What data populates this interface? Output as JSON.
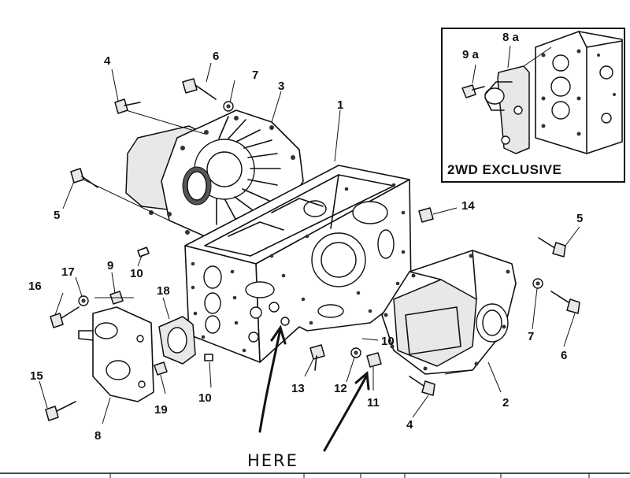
{
  "callouts": {
    "c4a": "4",
    "c6a": "6",
    "c7a": "7",
    "c3": "3",
    "c1": "1",
    "c5a": "5",
    "c10a": "10",
    "c14": "14",
    "c5b": "5",
    "c17": "17",
    "c9": "9",
    "c16": "16",
    "c18": "18",
    "c7b": "7",
    "c6b": "6",
    "c10b": "10",
    "c15": "15",
    "c19": "19",
    "c10c": "10",
    "c13": "13",
    "c12": "12",
    "c11": "11",
    "c2": "2",
    "c4b": "4",
    "c8": "8",
    "c9a": "9 a",
    "c8a": "8 a"
  },
  "inset": {
    "title": "2WD EXCLUSIVE"
  },
  "annotation": {
    "here": "HERE"
  },
  "colors": {
    "ink": "#111111",
    "paper": "#ffffff"
  }
}
